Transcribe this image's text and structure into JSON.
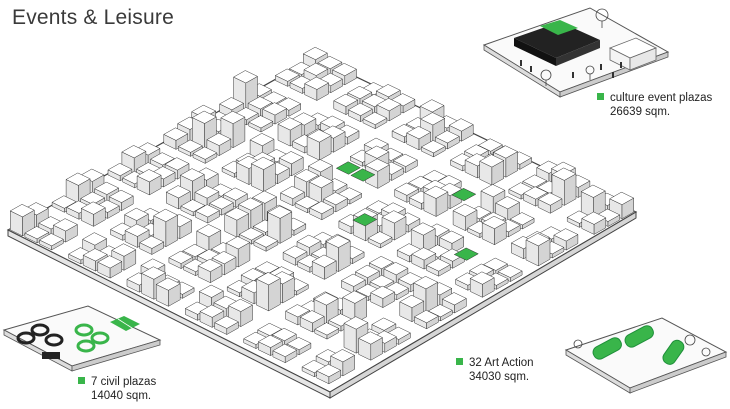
{
  "title": "Events & Leisure",
  "colors": {
    "accent": "#39b54a",
    "accent_dark": "#1f8f3a",
    "line": "#333333",
    "ground": "#f2f2f2"
  },
  "legend": {
    "culture": {
      "line1": "culture event plazas",
      "line2": "26639 sqm."
    },
    "civil": {
      "line1": "7 civil plazas",
      "line2": "14040 sqm."
    },
    "art": {
      "line1": "32 Art Action",
      "line2": "34030 sqm."
    }
  }
}
